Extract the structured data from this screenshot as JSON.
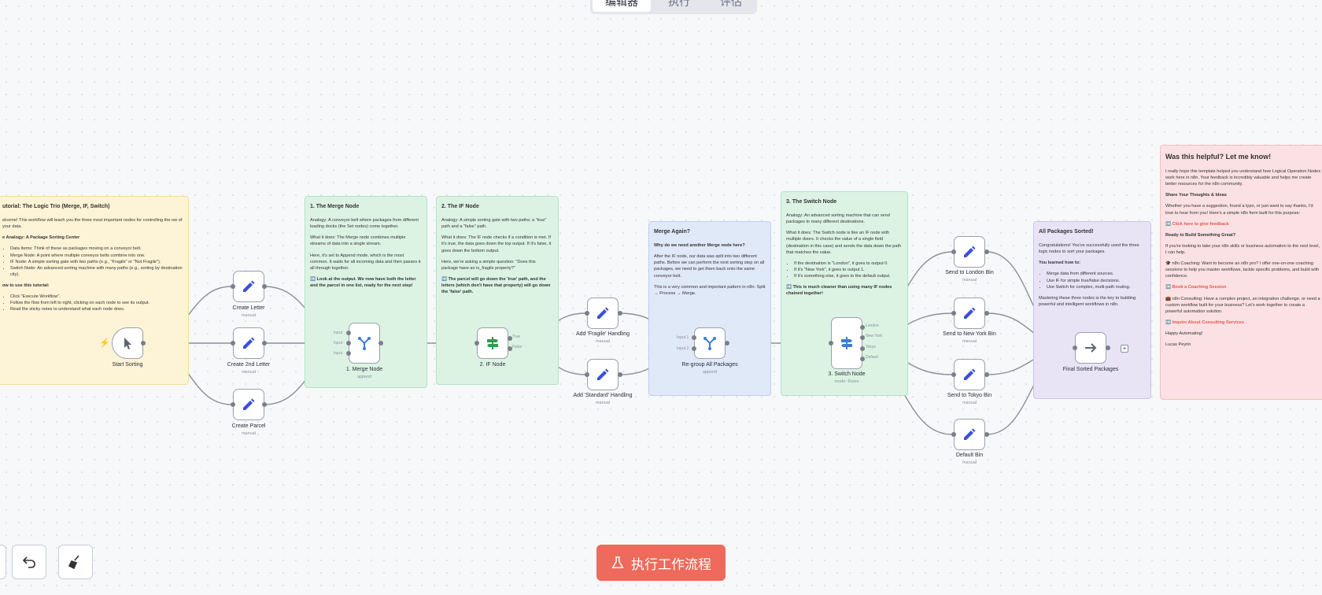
{
  "tabs": [
    "编辑器",
    "执行",
    "评估"
  ],
  "colors": {
    "accent": "#ee6a5c",
    "node_icon": "#3a50d9",
    "if_icon": "#2e9b52",
    "switch_icon": "#3d7cd9",
    "merge_icon": "#3d7cd9"
  },
  "notes": {
    "intro": {
      "title": "utorial: The Logic Trio (Merge, IF, Switch)",
      "p1": "elcome! This workflow will teach you the three most important nodes for controlling the ow of your data.",
      "h2": "e Analogy: A Package Sorting Center",
      "items": [
        "Data Items: Think of these as packages moving on a conveyor belt.",
        "Merge Node: A point where multiple conveyor belts combine into one.",
        "IF Node: A simple sorting gate with two paths (e.g., \"Fragile\" or \"Not Fragile\").",
        "Switch Node: An advanced sorting machine with many paths (e.g., sorting by destination city)."
      ],
      "h3": "ow to use this tutorial:",
      "steps": [
        "Click \"Execute Workflow\".",
        "Follow the flow from left to right, clicking on each node to see its output.",
        "Read the sticky notes to understand what each node does."
      ]
    },
    "merge": {
      "title": "1. The Merge Node",
      "p1": "Analogy: A conveyor belt where packages from different loading docks (the Set nodes) come together.",
      "p2": "What it does: The Merge node combines multiple streams of data into a single stream.",
      "p3": "Here, it's set to Append mode, which is the most common. It waits for all incoming data and then passes it all through together.",
      "p4": "➡️ Look at the output. We now have both the letter and the parcel in one list, ready for the next step!"
    },
    "if": {
      "title": "2. The IF Node",
      "p1": "Analogy: A simple sorting gate with two paths: a \"true\" path and a \"false\" path.",
      "p2": "What it does: The IF node checks if a condition is met. If it's true, the data goes down the top output. If it's false, it goes down the bottom output.",
      "p3": "Here, we're asking a simple question: \"Does this package have an is_fragile property?\"",
      "p4": "➡️ The parcel will go down the 'true' path, and the letters (which don't have that property) will go down the 'false' path."
    },
    "regroup": {
      "title": "Merge Again?",
      "p1": "Why do we need another Merge node here?",
      "p2": "After the IF node, our data was split into two different paths. Before we can perform the next sorting step on all packages, we need to get them back onto the same conveyor belt.",
      "p3": "This is a very common and important pattern in n8n: Split → Process → Merge."
    },
    "switch": {
      "title": "3. The Switch Node",
      "p1": "Analogy: An advanced sorting machine that can send packages to many different destinations.",
      "p2": "What it does: The Switch node is like an IF node with multiple doors. It checks the value of a single field (destination in this case) and sends the data down the path that matches the value.",
      "items": [
        "If the destination is \"London\", it goes to output 0.",
        "If it's \"New York\", it goes to output 1.",
        "If it's something else, it goes to the default output."
      ],
      "p3": "➡️ This is much cleaner than using many IF nodes chained together!"
    },
    "sorted": {
      "title": "All Packages Sorted!",
      "p1": "Congratulations! You've successfully used the three logic nodes to sort your packages.",
      "p2": "You learned how to:",
      "items": [
        "Merge data from different sources.",
        "Use IF for simple true/false decisions.",
        "Use Switch for complex, multi-path routing."
      ],
      "p3": "Mastering these three nodes is the key to building powerful and intelligent workflows in n8n."
    },
    "feedback": {
      "title": "Was this helpful? Let me know!",
      "p1": "I really hope this template helped you understand how Logical Operation Nodes work here in n8n. Your feedback is incredibly valuable and helps me create better resources for the n8n community.",
      "h2": "Share Your Thoughts & Ideas",
      "p2": "Whether you have a suggestion, found a typo, or just want to say thanks, I'd love to hear from you! Here's a simple n8n form built for this purpose:",
      "link1": "➡️ Click here to give feedback",
      "h3": "Ready to Build Something Great?",
      "p3": "If you're looking to take your n8n skills or business automation to the next level, I can help.",
      "p4": "🎓 n8n Coaching: Want to become an n8n pro? I offer one-on-one coaching sessions to help you master workflows, tackle specific problems, and build with confidence.",
      "link2": "➡️ Book a Coaching Session",
      "p5": "💼 n8n Consulting: Have a complex project, an integration challenge, or need a custom workflow built for your business? Let's work together to create a powerful automation solution.",
      "link3": "➡️ Inquire About Consulting Services",
      "p6": "Happy Automating!",
      "p7": "Lucas Peyrin"
    }
  },
  "nodes": {
    "start": {
      "label": "Start Sorting"
    },
    "letter": {
      "label": "Create Letter",
      "sub": "manual"
    },
    "letter2": {
      "label": "Create 2nd Letter",
      "sub": "manual"
    },
    "parcel": {
      "label": "Create Parcel",
      "sub": "manual"
    },
    "merge1": {
      "label": "1. Merge Node",
      "sub": "append"
    },
    "if": {
      "label": "2. IF Node"
    },
    "fragile": {
      "label": "Add 'Fragile' Handling",
      "sub": "manual"
    },
    "standard": {
      "label": "Add 'Standard' Handling",
      "sub": "manual"
    },
    "regroup": {
      "label": "Re-group All Packages",
      "sub": "append"
    },
    "switch": {
      "label": "3. Switch Node",
      "sub": "mode: Rules"
    },
    "london": {
      "label": "Send to London Bin",
      "sub": "manual"
    },
    "newyork": {
      "label": "Send to New York Bin",
      "sub": "manual"
    },
    "tokyo": {
      "label": "Send to Tokyo Bin",
      "sub": "manual"
    },
    "default": {
      "label": "Default Bin",
      "sub": "manual"
    },
    "final": {
      "label": "Final Sorted Packages"
    }
  },
  "ports": {
    "input": "Input",
    "input1": "Input 1",
    "input2": "Input 2",
    "true": "True",
    "false": "False",
    "london": "London",
    "newyork": "New York",
    "tokyo": "Tokyo",
    "default": "Default"
  },
  "execute_button": "执行工作流程"
}
